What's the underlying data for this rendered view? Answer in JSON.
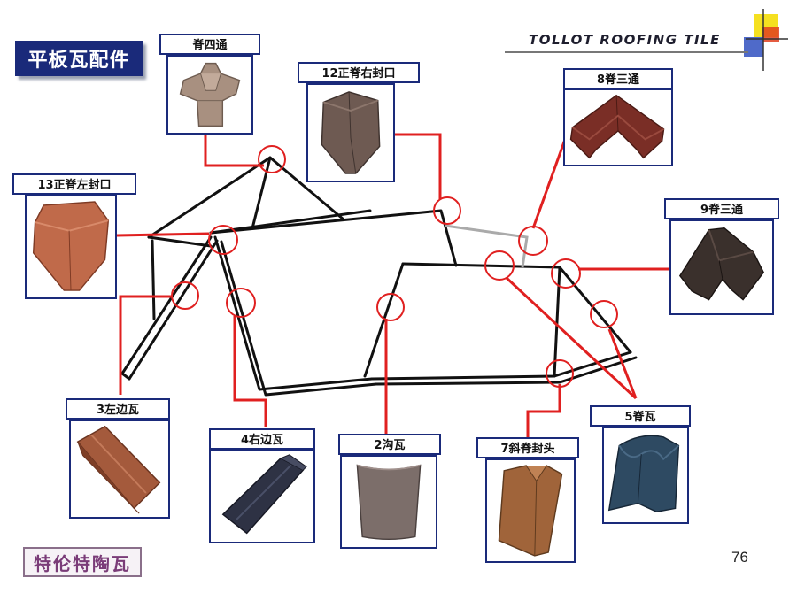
{
  "title": "平板瓦配件",
  "logo": "TOLLOT ROOFING TILE",
  "brand": "特伦特陶瓦",
  "page_number": "76",
  "colors": {
    "callout_red": "#e02020",
    "frame_blue": "#1a2a7a",
    "roof_line": "#111111"
  },
  "parts": {
    "ridge_four_way": {
      "label": "脊四通",
      "icon": "four-way-ridge-tile"
    },
    "right_ridge_cap": {
      "label": "12正脊右封口",
      "icon": "ridge-end-cap-right"
    },
    "ridge_three_way_8": {
      "label": "8脊三通",
      "icon": "three-way-ridge-tile"
    },
    "left_ridge_cap": {
      "label": "13正脊左封口",
      "icon": "ridge-end-cap-left"
    },
    "ridge_three_way_9": {
      "label": "9脊三通",
      "icon": "three-way-ridge-tile-dark"
    },
    "left_edge_tile": {
      "label": "3左边瓦",
      "icon": "left-edge-tile"
    },
    "right_edge_tile": {
      "label": "4右边瓦",
      "icon": "right-edge-tile"
    },
    "valley_tile": {
      "label": "2沟瓦",
      "icon": "valley-tile"
    },
    "hip_end_cap": {
      "label": "7斜脊封头",
      "icon": "hip-ridge-end-cap"
    },
    "ridge_tile": {
      "label": "5脊瓦",
      "icon": "ridge-tile"
    }
  }
}
